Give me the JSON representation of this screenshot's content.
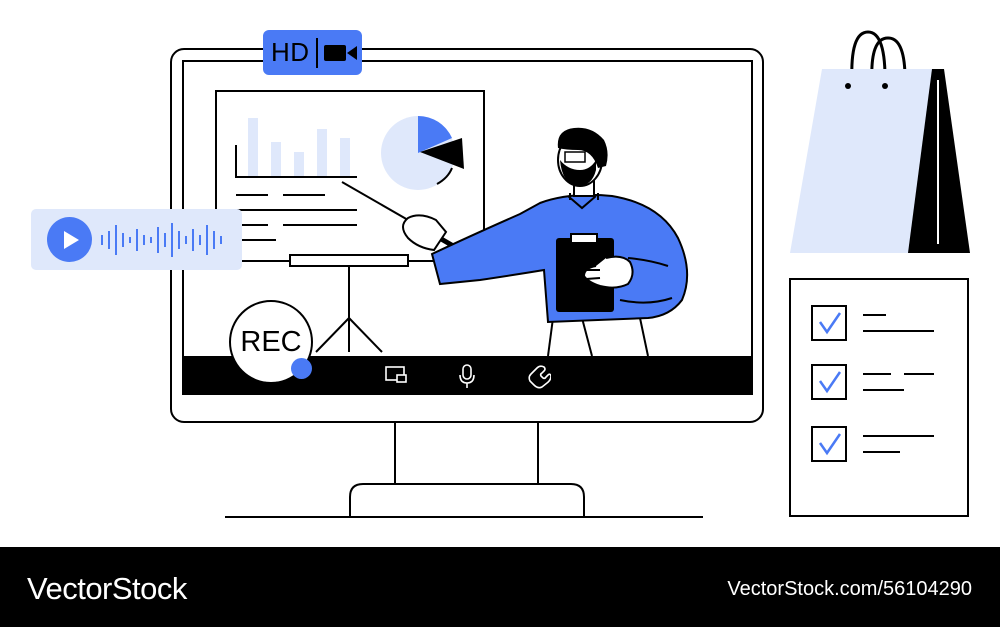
{
  "badge": {
    "quality_label": "HD",
    "icon": "video-camera-icon"
  },
  "recording": {
    "label": "REC"
  },
  "audio_message": {
    "icon": "play-icon"
  },
  "toolbar": {
    "icons": [
      "screen-share-icon",
      "microphone-icon",
      "phone-icon"
    ]
  },
  "checklist": {
    "checked_items": 3
  },
  "footer": {
    "brand": "VectorStock",
    "image_id": "VectorStock.com/56104290"
  },
  "colors": {
    "accent": "#4a7af5",
    "accent_light": "#dfe8fb",
    "ink": "#000000"
  }
}
